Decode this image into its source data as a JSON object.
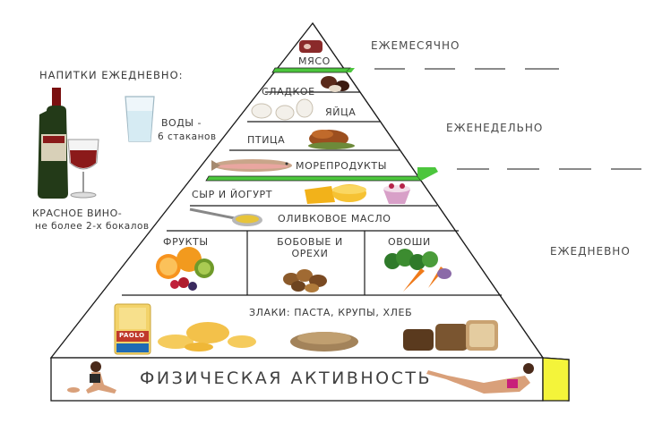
{
  "pyramid": {
    "tiers": {
      "meat": "МЯСО",
      "sweets": "СЛАДКОЕ",
      "eggs": "ЯЙЦА",
      "poultry": "ПТИЦА",
      "seafood": "МОРЕПРОДУКТЫ",
      "dairy": "СЫР И ЙОГУРТ",
      "olive_oil": "ОЛИВКОВОЕ МАСЛО",
      "fruits": "ФРУКТЫ",
      "legumes": "БОБОВЫЕ И ОРЕХИ",
      "vegetables": "ОВОШИ",
      "grains": "ЗЛАКИ: ПАСТА, КРУПЫ, ХЛЕБ"
    },
    "activity": "ФИЗИЧЕСКАЯ АКТИВНОСТЬ",
    "pasta_brand": "PAOLO"
  },
  "frequency": {
    "monthly": "ЕЖЕМЕСЯЧНО",
    "weekly": "ЕЖЕНЕДЕЛЬНО",
    "daily": "ЕЖЕДНЕВНО"
  },
  "drinks": {
    "title": "НАПИТКИ ЕЖЕДНЕВНО:",
    "water_line1": "ВОДЫ -",
    "water_line2": "6 стаканов",
    "wine_line1": "КРАСНОЕ ВИНО-",
    "wine_line2": "не более 2-х бокалов"
  },
  "colors": {
    "side_yellow": "#f4f43a",
    "accent_green": "#4cc63d",
    "outline": "#1a1a1a",
    "wine": "#8b1a1a"
  }
}
